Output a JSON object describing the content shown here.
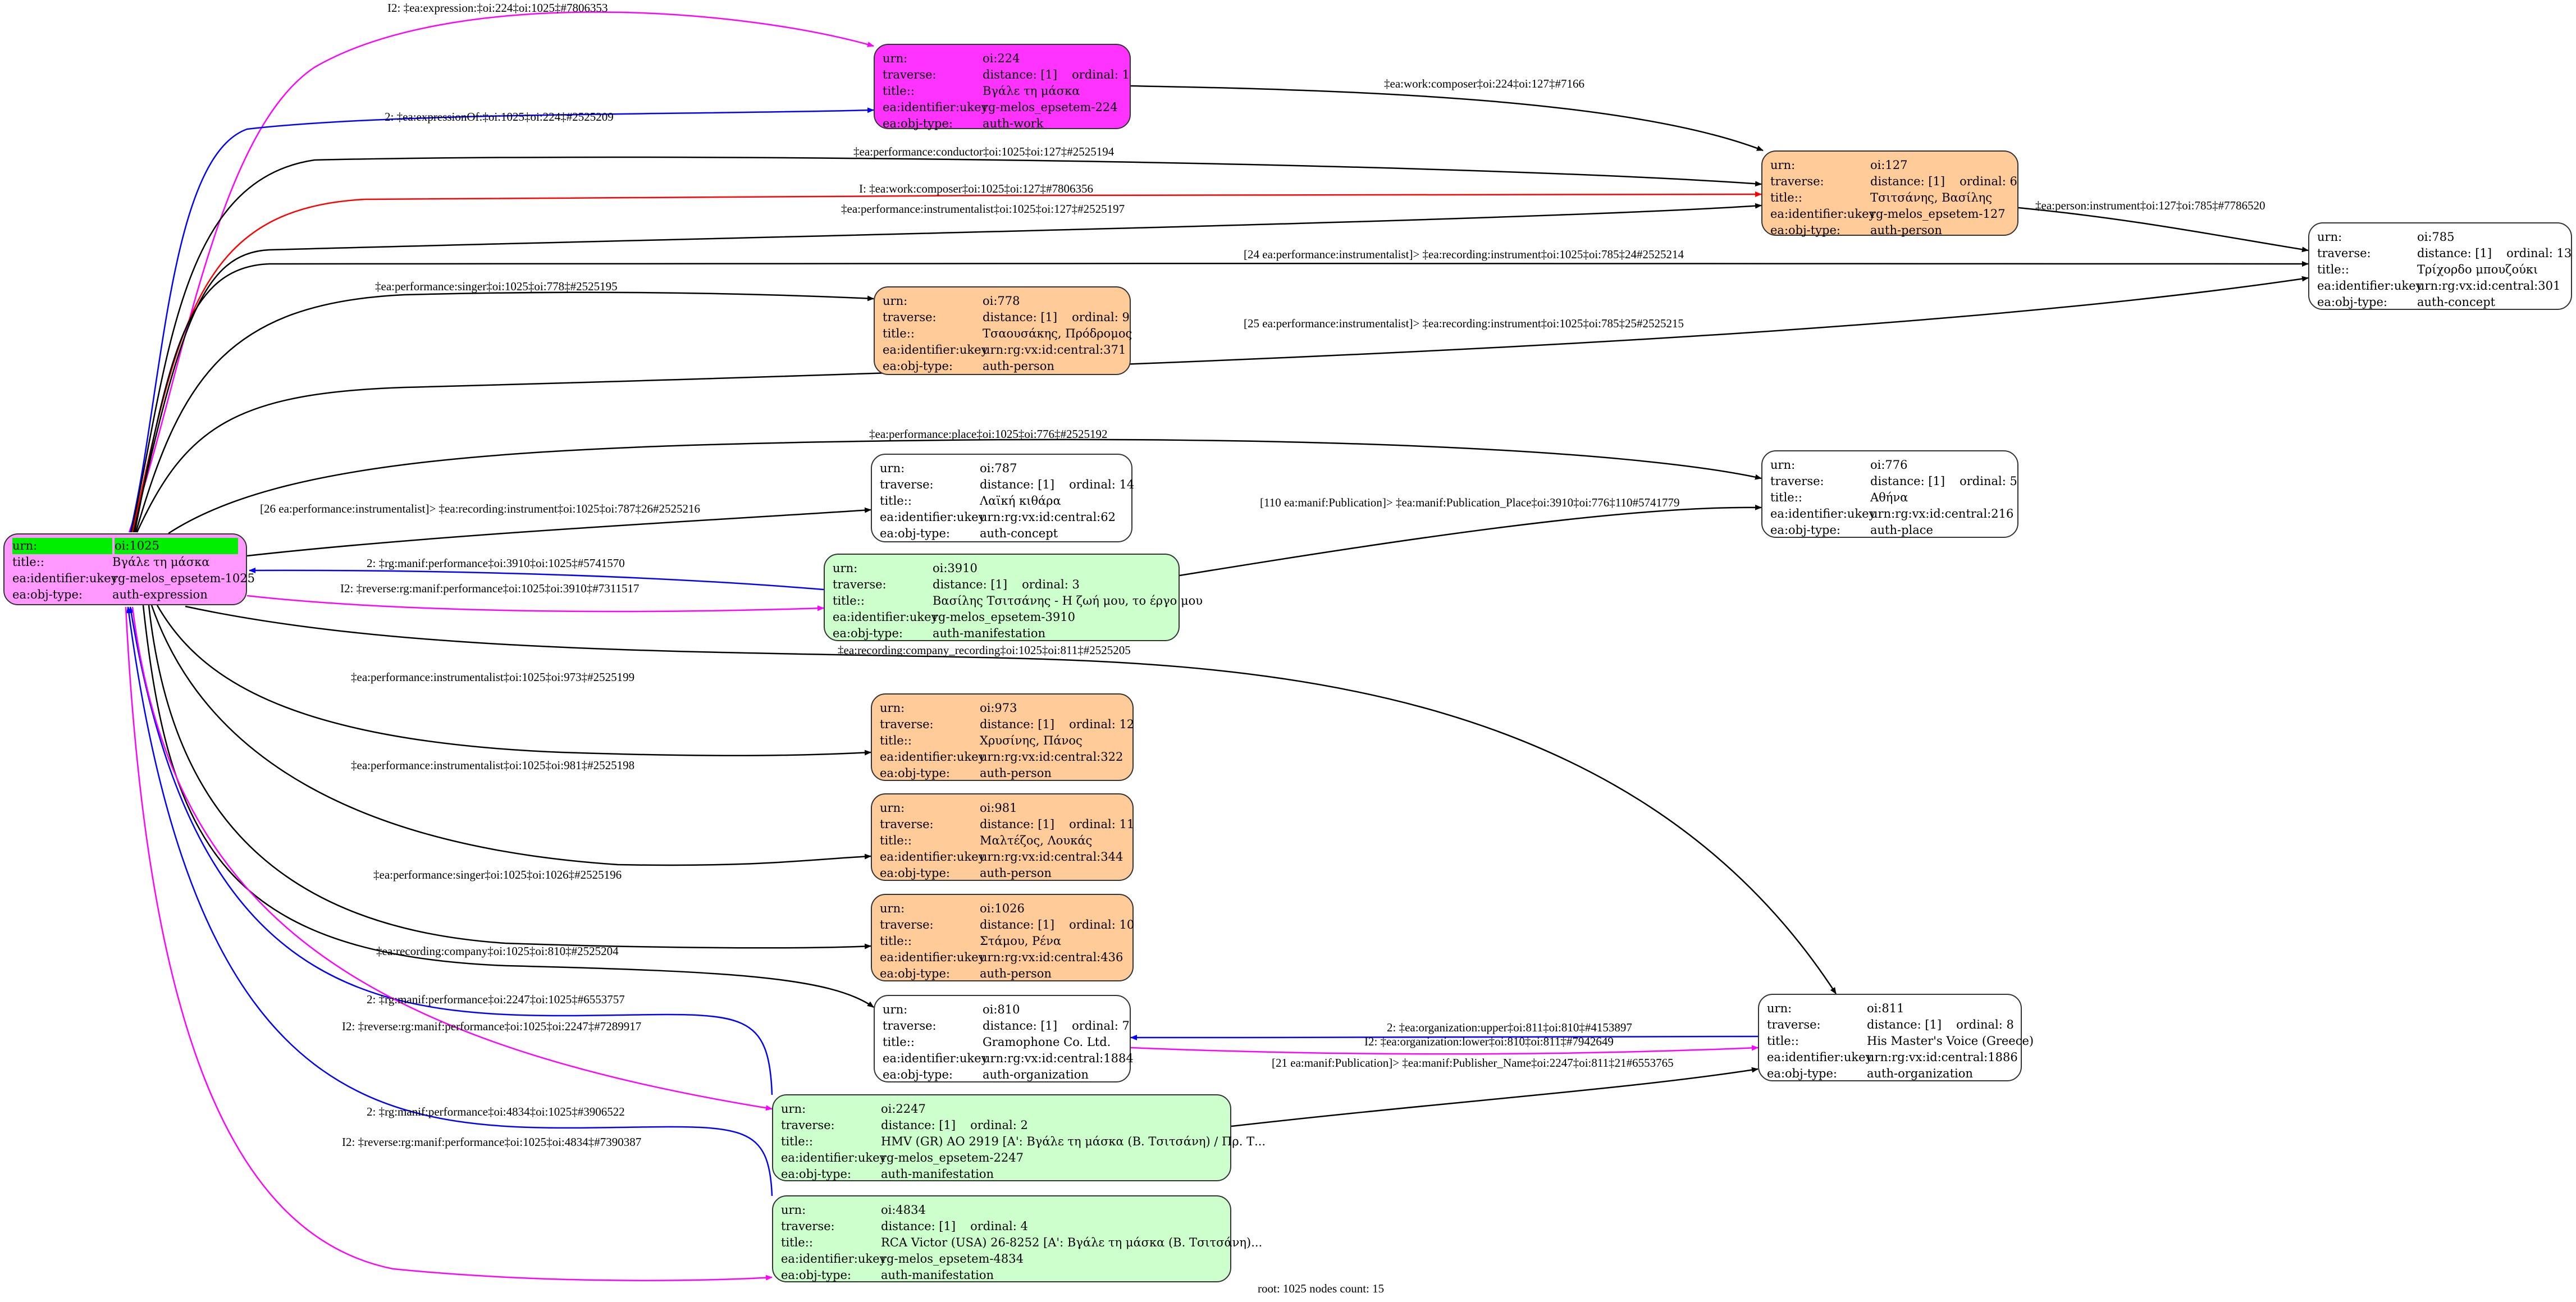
{
  "colors": {
    "root": "#ff99ff",
    "work": "#ff33ff",
    "person": "#ffcc99",
    "manifestation": "#ccffcc",
    "plain": "#ffffff",
    "highlight": "#00ee00",
    "edge_default": "#000000",
    "edge_blue": "#0000ff",
    "edge_magenta": "#ff00ff",
    "edge_red": "#ff0000"
  },
  "labels": {
    "urn": "urn:",
    "traverse": "traverse:",
    "title": "title::",
    "ukey": "ea:identifier:ukey",
    "objtype": "ea:obj-type:"
  },
  "nodes": {
    "n1025": {
      "urn": "oi:1025",
      "title": "Βγάλε τη μάσκα",
      "ukey": "rg-melos_epsetem-1025",
      "objtype": "auth-expression"
    },
    "n224": {
      "urn": "oi:224",
      "distance": "distance: [1]",
      "ordinal": "ordinal: 1",
      "title": "Βγάλε τη μάσκα",
      "ukey": "rg-melos_epsetem-224",
      "objtype": "auth-work"
    },
    "n127": {
      "urn": "oi:127",
      "distance": "distance: [1]",
      "ordinal": "ordinal: 6",
      "title": "Τσιτσάνης, Βασίλης",
      "ukey": "rg-melos_epsetem-127",
      "objtype": "auth-person"
    },
    "n785": {
      "urn": "oi:785",
      "distance": "distance: [1]",
      "ordinal": "ordinal: 13",
      "title": "Τρίχορδο μπουζούκι",
      "ukey": "urn:rg:vx:id:central:301",
      "objtype": "auth-concept"
    },
    "n778": {
      "urn": "oi:778",
      "distance": "distance: [1]",
      "ordinal": "ordinal: 9",
      "title": "Τσαουσάκης, Πρόδρομος",
      "ukey": "urn:rg:vx:id:central:371",
      "objtype": "auth-person"
    },
    "n787": {
      "urn": "oi:787",
      "distance": "distance: [1]",
      "ordinal": "ordinal: 14",
      "title": "Λαϊκή κιθάρα",
      "ukey": "urn:rg:vx:id:central:62",
      "objtype": "auth-concept"
    },
    "n776": {
      "urn": "oi:776",
      "distance": "distance: [1]",
      "ordinal": "ordinal: 5",
      "title": "Αθήνα",
      "ukey": "urn:rg:vx:id:central:216",
      "objtype": "auth-place"
    },
    "n3910": {
      "urn": "oi:3910",
      "distance": "distance: [1]",
      "ordinal": "ordinal: 3",
      "title": "Βασίλης Τσιτσάνης - Η ζωή μου, το έργο μου",
      "ukey": "rg-melos_epsetem-3910",
      "objtype": "auth-manifestation"
    },
    "n973": {
      "urn": "oi:973",
      "distance": "distance: [1]",
      "ordinal": "ordinal: 12",
      "title": "Χρυσίνης, Πάνος",
      "ukey": "urn:rg:vx:id:central:322",
      "objtype": "auth-person"
    },
    "n981": {
      "urn": "oi:981",
      "distance": "distance: [1]",
      "ordinal": "ordinal: 11",
      "title": "Μαλτέζος, Λουκάς",
      "ukey": "urn:rg:vx:id:central:344",
      "objtype": "auth-person"
    },
    "n1026": {
      "urn": "oi:1026",
      "distance": "distance: [1]",
      "ordinal": "ordinal: 10",
      "title": "Στάμου, Ρένα",
      "ukey": "urn:rg:vx:id:central:436",
      "objtype": "auth-person"
    },
    "n810": {
      "urn": "oi:810",
      "distance": "distance: [1]",
      "ordinal": "ordinal: 7",
      "title": "Gramophone Co. Ltd.",
      "ukey": "urn:rg:vx:id:central:1884",
      "objtype": "auth-organization"
    },
    "n811": {
      "urn": "oi:811",
      "distance": "distance: [1]",
      "ordinal": "ordinal: 8",
      "title": "His Master's Voice (Greece)",
      "ukey": "urn:rg:vx:id:central:1886",
      "objtype": "auth-organization"
    },
    "n2247": {
      "urn": "oi:2247",
      "distance": "distance: [1]",
      "ordinal": "ordinal: 2",
      "title": "HMV (GR) AO 2919 [A': Βγάλε τη μάσκα (Β. Τσιτσάνη) / Πρ. Τ...",
      "ukey": "rg-melos_epsetem-2247",
      "objtype": "auth-manifestation"
    },
    "n4834": {
      "urn": "oi:4834",
      "distance": "distance: [1]",
      "ordinal": "ordinal: 4",
      "title": "RCA Victor (USA) 26-8252 [A': Βγάλε τη μάσκα (Β. Τσιτσάνη)...",
      "ukey": "rg-melos_epsetem-4834",
      "objtype": "auth-manifestation"
    }
  },
  "edges": [
    {
      "id": "e1",
      "label": "I2: ‡ea:expression:‡oi:224‡oi:1025‡#7806353",
      "color": "magenta",
      "from": "n224",
      "to": "n1025"
    },
    {
      "id": "e2",
      "label": "2: ‡ea:expressionOf:‡oi:1025‡oi:224‡#2525209",
      "color": "blue",
      "from": "n1025",
      "to": "n224"
    },
    {
      "id": "e3",
      "label": "‡ea:work:composer‡oi:224‡oi:127‡#7166",
      "color": "default",
      "from": "n224",
      "to": "n127"
    },
    {
      "id": "e4",
      "label": "‡ea:performance:conductor‡oi:1025‡oi:127‡#2525194",
      "color": "default",
      "from": "n1025",
      "to": "n127"
    },
    {
      "id": "e5",
      "label": "I: ‡ea:work:composer‡oi:1025‡oi:127‡#7806356",
      "color": "red",
      "from": "n1025",
      "to": "n127"
    },
    {
      "id": "e6",
      "label": "‡ea:performance:instrumentalist‡oi:1025‡oi:127‡#2525197",
      "color": "default",
      "from": "n1025",
      "to": "n127"
    },
    {
      "id": "e7",
      "label": "‡ea:person:instrument‡oi:127‡oi:785‡#7786520",
      "color": "default",
      "from": "n127",
      "to": "n785"
    },
    {
      "id": "e8",
      "label": "[24 ea:performance:instrumentalist]> ‡ea:recording:instrument‡oi:1025‡oi:785‡24#2525214",
      "color": "default",
      "from": "n1025",
      "to": "n785"
    },
    {
      "id": "e9",
      "label": "‡ea:performance:singer‡oi:1025‡oi:778‡#2525195",
      "color": "default",
      "from": "n1025",
      "to": "n778"
    },
    {
      "id": "e10",
      "label": "[25 ea:performance:instrumentalist]> ‡ea:recording:instrument‡oi:1025‡oi:785‡25#2525215",
      "color": "default",
      "from": "n1025",
      "to": "n785"
    },
    {
      "id": "e11",
      "label": "‡ea:performance:place‡oi:1025‡oi:776‡#2525192",
      "color": "default",
      "from": "n1025",
      "to": "n776"
    },
    {
      "id": "e12",
      "label": "[26 ea:performance:instrumentalist]> ‡ea:recording:instrument‡oi:1025‡oi:787‡26#2525216",
      "color": "default",
      "from": "n1025",
      "to": "n787"
    },
    {
      "id": "e13",
      "label": "[110 ea:manif:Publication]> ‡ea:manif:Publication_Place‡oi:3910‡oi:776‡110#5741779",
      "color": "default",
      "from": "n3910",
      "to": "n776"
    },
    {
      "id": "e14",
      "label": "2: ‡rg:manif:performance‡oi:3910‡oi:1025‡#5741570",
      "color": "blue",
      "from": "n3910",
      "to": "n1025"
    },
    {
      "id": "e15",
      "label": "I2: ‡reverse:rg:manif:performance‡oi:1025‡oi:3910‡#7311517",
      "color": "magenta",
      "from": "n1025",
      "to": "n3910"
    },
    {
      "id": "e16",
      "label": "‡ea:recording:company_recording‡oi:1025‡oi:811‡#2525205",
      "color": "default",
      "from": "n1025",
      "to": "n811"
    },
    {
      "id": "e17",
      "label": "‡ea:performance:instrumentalist‡oi:1025‡oi:973‡#2525199",
      "color": "default",
      "from": "n1025",
      "to": "n973"
    },
    {
      "id": "e18",
      "label": "‡ea:performance:instrumentalist‡oi:1025‡oi:981‡#2525198",
      "color": "default",
      "from": "n1025",
      "to": "n981"
    },
    {
      "id": "e19",
      "label": "‡ea:performance:singer‡oi:1025‡oi:1026‡#2525196",
      "color": "default",
      "from": "n1025",
      "to": "n1026"
    },
    {
      "id": "e20",
      "label": "‡ea:recording:company‡oi:1025‡oi:810‡#2525204",
      "color": "default",
      "from": "n1025",
      "to": "n810"
    },
    {
      "id": "e21",
      "label": "2: ‡ea:organization:upper‡oi:811‡oi:810‡#4153897",
      "color": "blue",
      "from": "n811",
      "to": "n810"
    },
    {
      "id": "e22",
      "label": "I2: ‡ea:organization:lower‡oi:810‡oi:811‡#7942649",
      "color": "magenta",
      "from": "n810",
      "to": "n811"
    },
    {
      "id": "e23",
      "label": "[21 ea:manif:Publication]> ‡ea:manif:Publisher_Name‡oi:2247‡oi:811‡21#6553765",
      "color": "default",
      "from": "n2247",
      "to": "n811"
    },
    {
      "id": "e24",
      "label": "2: ‡rg:manif:performance‡oi:2247‡oi:1025‡#6553757",
      "color": "blue",
      "from": "n2247",
      "to": "n1025"
    },
    {
      "id": "e25",
      "label": "I2: ‡reverse:rg:manif:performance‡oi:1025‡oi:2247‡#7289917",
      "color": "magenta",
      "from": "n1025",
      "to": "n2247"
    },
    {
      "id": "e26",
      "label": "2: ‡rg:manif:performance‡oi:4834‡oi:1025‡#3906522",
      "color": "blue",
      "from": "n4834",
      "to": "n1025"
    },
    {
      "id": "e27",
      "label": "I2: ‡reverse:rg:manif:performance‡oi:1025‡oi:4834‡#7390387",
      "color": "magenta",
      "from": "n1025",
      "to": "n4834"
    }
  ],
  "footer": {
    "text": "root: 1025 nodes count: 15"
  }
}
